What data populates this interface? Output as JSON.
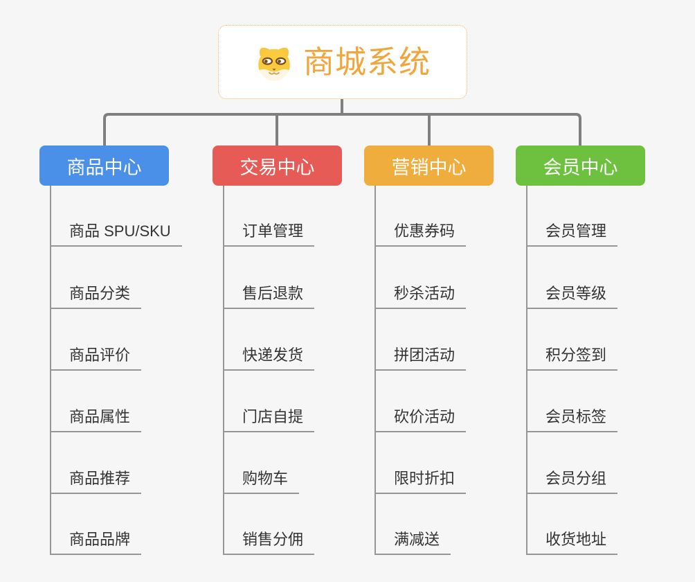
{
  "root": {
    "title": "商城系统",
    "title_color": "#F0A63C",
    "icon": "dog-face-icon"
  },
  "branches": [
    {
      "label": "商品中心",
      "color": "#4A8FE8",
      "items": [
        "商品 SPU/SKU",
        "商品分类",
        "商品评价",
        "商品属性",
        "商品推荐",
        "商品品牌"
      ]
    },
    {
      "label": "交易中心",
      "color": "#E65B55",
      "items": [
        "订单管理",
        "售后退款",
        "快递发货",
        "门店自提",
        "购物车",
        "销售分佣"
      ]
    },
    {
      "label": "营销中心",
      "color": "#EFAD3D",
      "items": [
        "优惠券码",
        "秒杀活动",
        "拼团活动",
        "砍价活动",
        "限时折扣",
        "满减送"
      ]
    },
    {
      "label": "会员中心",
      "color": "#6EC13E",
      "items": [
        "会员管理",
        "会员等级",
        "积分签到",
        "会员标签",
        "会员分组",
        "收货地址"
      ]
    }
  ],
  "colors": {
    "background": "#F6F6F6",
    "connector": "#7F7F7F",
    "underline": "#969696",
    "leaf_text": "#333333",
    "root_border": "#F2B45C"
  }
}
